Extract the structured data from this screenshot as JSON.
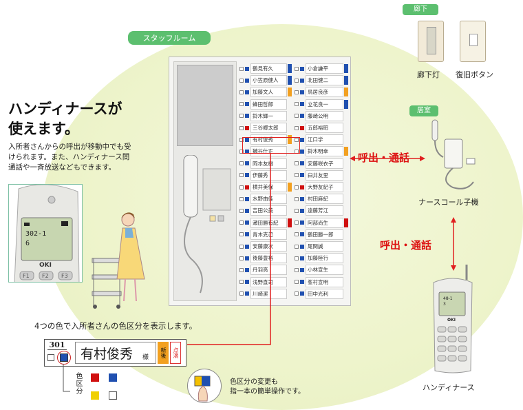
{
  "staff_room_label": "スタッフルーム",
  "headline_line1": "ハンディナースが",
  "headline_line2": "使えます。",
  "desc_line1": "入所者さんからの呼出が移動中でも受",
  "desc_line2": "けられます。また、ハンディナース間",
  "desc_line3": "通話や一斉放送などもできます。",
  "phone_screen": {
    "line1": "302-1",
    "line2": "6",
    "brand": "OKI",
    "keys": [
      "F1",
      "F2",
      "F3"
    ]
  },
  "corridor_label": "廊下",
  "corridor_light": "廊下灯",
  "reset_button": "復旧ボタン",
  "room_label": "居室",
  "call_talk_1": "呼出・通話",
  "call_talk_2": "呼出・通話",
  "nurse_call_child": "ナースコール子機",
  "handy_nurse": "ハンディナース",
  "color_caption": "4つの色で入所者さんの色区分を表示します。",
  "nameplate": {
    "room": "301",
    "name": "有村俊秀",
    "suffix": "様",
    "tag1": "新後",
    "tag2": "点滴"
  },
  "legend_label": "色区分",
  "legend_colors": [
    "#d01010",
    "#2050b0",
    "#f0d000",
    "#ffffff"
  ],
  "hint_line1": "色区分の変更も",
  "hint_line2": "指一本の簡単操作です。",
  "board_mid": [
    "鶴見有久",
    "小笠原健人",
    "加藤文人",
    "蜂田哲郎",
    "鈴木輝一",
    "三谷郷太郎",
    "有村俊秀",
    "獺谷仕正",
    "岡本友樹",
    "伊藤秀",
    "横井美保",
    "水野由佳",
    "吉田公美",
    "瀬田勝有紀",
    "青木克己",
    "安藤康次",
    "後藤豊裕",
    "丹羽亮",
    "浅野直司",
    "川崎潔"
  ],
  "board_right": [
    "小倉謙平",
    "北田健二",
    "鳥居良彦",
    "立花良一",
    "藤崎公明",
    "五郎裕昭",
    "江口学",
    "鈴木明幸",
    "安藤咲衣子",
    "臼井友里",
    "大野友紀子",
    "村田麻紀",
    "遠藤芳江",
    "阿部尚生",
    "鶴田勝一郎",
    "尾関誠",
    "加藤陸行",
    "小林宣生",
    "峯村宣明",
    "田中光利"
  ],
  "handset_small": {
    "line1": "48-1",
    "line2": "3",
    "brand": "OKI"
  }
}
